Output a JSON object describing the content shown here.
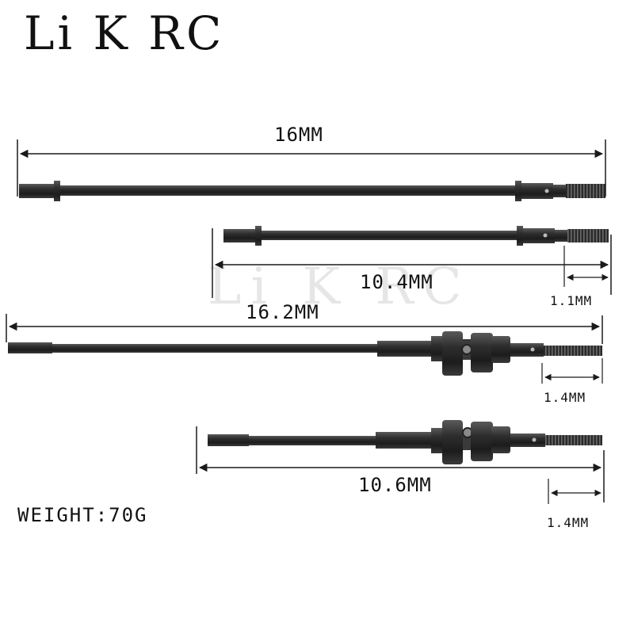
{
  "brand": {
    "logo_text": "Li K RC",
    "watermark_text": "Li K RC"
  },
  "shafts": [
    {
      "label": "16MM"
    },
    {
      "label": "10.4MM",
      "thread_label": "1.1MM"
    },
    {
      "label": "16.2MM",
      "thread_label": "1.4MM"
    },
    {
      "label": "10.6MM",
      "thread_label": "1.4MM"
    }
  ],
  "weight_label": "WEIGHT:70G",
  "colors": {
    "steel": "#2b2b2b",
    "line": "#1a1a1a",
    "watermark": "#e6e6e6"
  }
}
